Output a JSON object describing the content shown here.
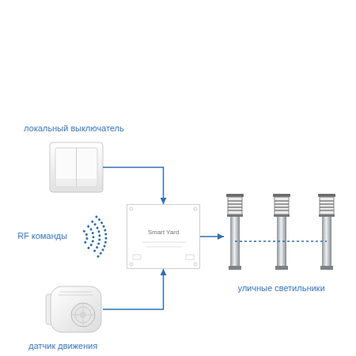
{
  "diagram": {
    "nodes": [
      {
        "text": [
          "локальный выключатель"
        ]
      },
      {
        "text": [
          "Smart Yard"
        ]
      },
      {
        "text": [
          "уличные светильники"
        ]
      },
      {
        "text": [
          "датчик движения"
        ]
      }
    ],
    "edges": [
      {
        "from": 0,
        "to": 1,
        "arrow": "to"
      },
      {
        "from": 1,
        "to": 2,
        "arrow": "to"
      },
      {
        "from": 3,
        "to": 1,
        "arrow": "to"
      }
    ],
    "labels": [
      "RF команды"
    ]
  }
}
